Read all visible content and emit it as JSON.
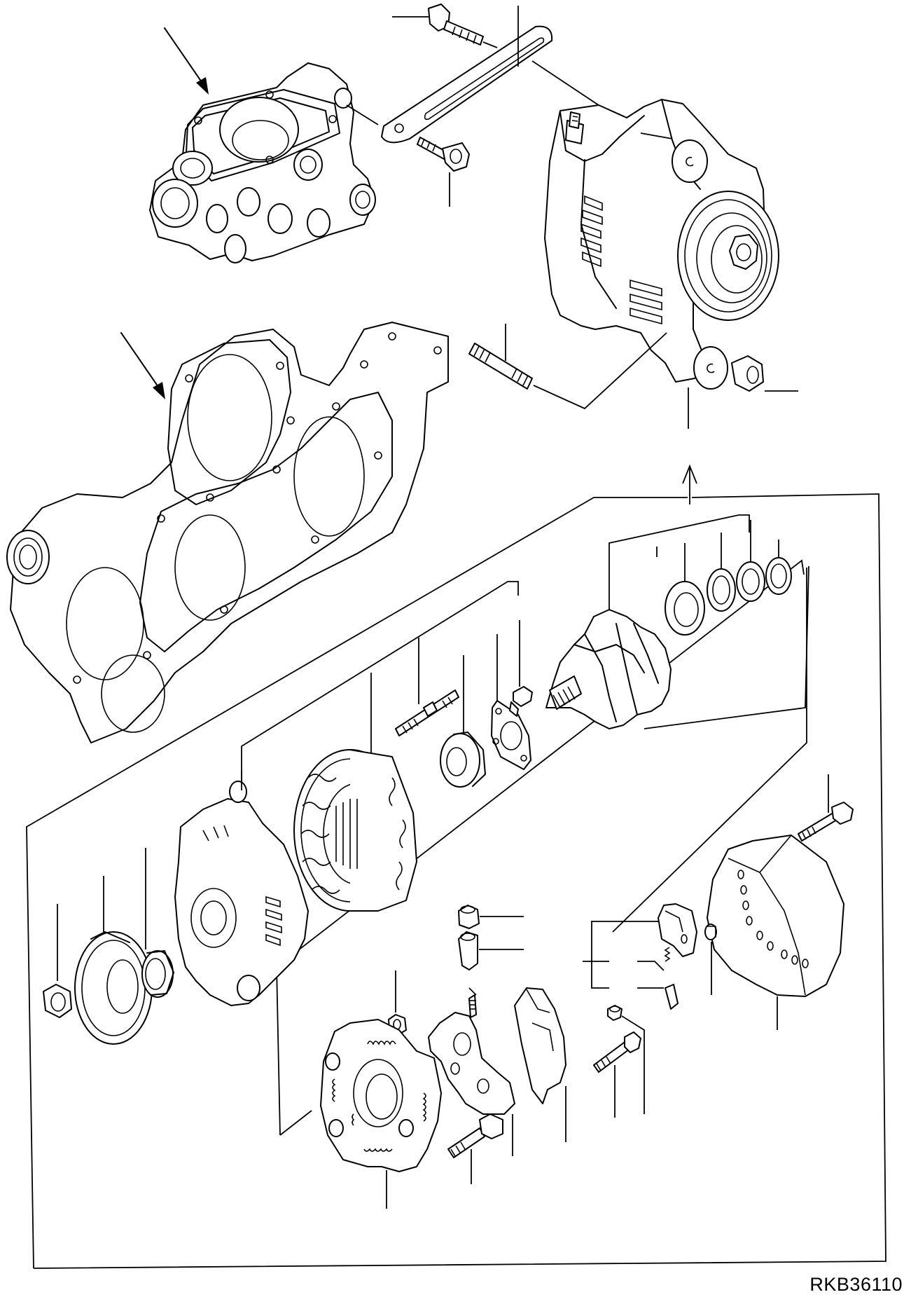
{
  "diagram": {
    "drawing_number": "RKB36110",
    "line_color": "#000000",
    "background_color": "#ffffff",
    "parts": [
      {
        "id": "water-pump-housing"
      },
      {
        "id": "adjusting-bracket"
      },
      {
        "id": "bracket-bolt-upper"
      },
      {
        "id": "bracket-bolt-lower"
      },
      {
        "id": "alternator-assembly"
      },
      {
        "id": "mounting-stud"
      },
      {
        "id": "mounting-nut"
      },
      {
        "id": "gear-case-cover"
      },
      {
        "id": "pulley-nut"
      },
      {
        "id": "pulley"
      },
      {
        "id": "spacer-collar"
      },
      {
        "id": "drive-end-frame"
      },
      {
        "id": "stator"
      },
      {
        "id": "stud-bolt"
      },
      {
        "id": "front-bearing"
      },
      {
        "id": "bearing-retainer-plate"
      },
      {
        "id": "retainer-screw"
      },
      {
        "id": "rotor"
      },
      {
        "id": "rear-bearing"
      },
      {
        "id": "bearing-cover"
      },
      {
        "id": "thrust-washer"
      },
      {
        "id": "seal-ring"
      },
      {
        "id": "rear-cover"
      },
      {
        "id": "rear-cover-bolt"
      },
      {
        "id": "terminal-nut"
      },
      {
        "id": "terminal-insulator"
      },
      {
        "id": "brush-holder"
      },
      {
        "id": "brush-spring"
      },
      {
        "id": "brush"
      },
      {
        "id": "brush-holder-screw"
      },
      {
        "id": "insulator-nut"
      },
      {
        "id": "rectifier"
      },
      {
        "id": "ic-regulator"
      },
      {
        "id": "regulator-screw"
      },
      {
        "id": "regulator-bolt"
      },
      {
        "id": "rectifier-end-frame"
      },
      {
        "id": "through-bolt"
      }
    ]
  }
}
